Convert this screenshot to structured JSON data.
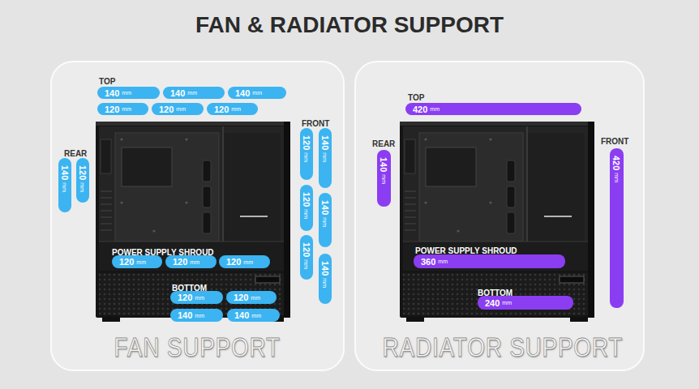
{
  "diagram": {
    "title": "FAN & RADIATOR SUPPORT",
    "nodes": [
      {
        "text": [
          "FAN SUPPORT"
        ]
      },
      {
        "text": [
          "140",
          "mm"
        ],
        "in": 0
      },
      {
        "text": [
          "140",
          "mm"
        ],
        "in": 0
      },
      {
        "text": [
          "140",
          "mm"
        ],
        "in": 0
      },
      {
        "text": [
          "120",
          "mm"
        ],
        "in": 0
      },
      {
        "text": [
          "120",
          "mm"
        ],
        "in": 0
      },
      {
        "text": [
          "120",
          "mm"
        ],
        "in": 0
      },
      {
        "text": [
          "140",
          "mm"
        ],
        "in": 0
      },
      {
        "text": [
          "120",
          "mm"
        ],
        "in": 0
      },
      {
        "text": [
          "120",
          "mm"
        ],
        "in": 0
      },
      {
        "text": [
          "140",
          "mm"
        ],
        "in": 0
      },
      {
        "text": [
          "120",
          "mm"
        ],
        "in": 0
      },
      {
        "text": [
          "140",
          "mm"
        ],
        "in": 0
      },
      {
        "text": [
          "120",
          "mm"
        ],
        "in": 0
      },
      {
        "text": [
          "140",
          "mm"
        ],
        "in": 0
      },
      {
        "text": [
          "120",
          "mm"
        ],
        "in": 0
      },
      {
        "text": [
          "120",
          "mm"
        ],
        "in": 0
      },
      {
        "text": [
          "120",
          "mm"
        ],
        "in": 0
      },
      {
        "text": [
          "120",
          "mm"
        ],
        "in": 0
      },
      {
        "text": [
          "120",
          "mm"
        ],
        "in": 0
      },
      {
        "text": [
          "140",
          "mm"
        ],
        "in": 0
      },
      {
        "text": [
          "140",
          "mm"
        ],
        "in": 0
      },
      {
        "text": [
          "RADIATOR SUPPORT"
        ]
      },
      {
        "text": [
          "420",
          "mm"
        ],
        "in": 22
      },
      {
        "text": [
          "140",
          "mm"
        ],
        "in": 22
      },
      {
        "text": [
          "420",
          "mm"
        ],
        "in": 22
      },
      {
        "text": [
          "360",
          "mm"
        ],
        "in": 22
      },
      {
        "text": [
          "240",
          "mm"
        ],
        "in": 22
      }
    ],
    "labels": [
      "TOP",
      "REAR",
      "FRONT",
      "POWER SUPPLY SHROUD",
      "BOTTOM",
      "TOP",
      "REAR",
      "FRONT",
      "POWER SUPPLY SHROUD",
      "BOTTOM"
    ]
  }
}
